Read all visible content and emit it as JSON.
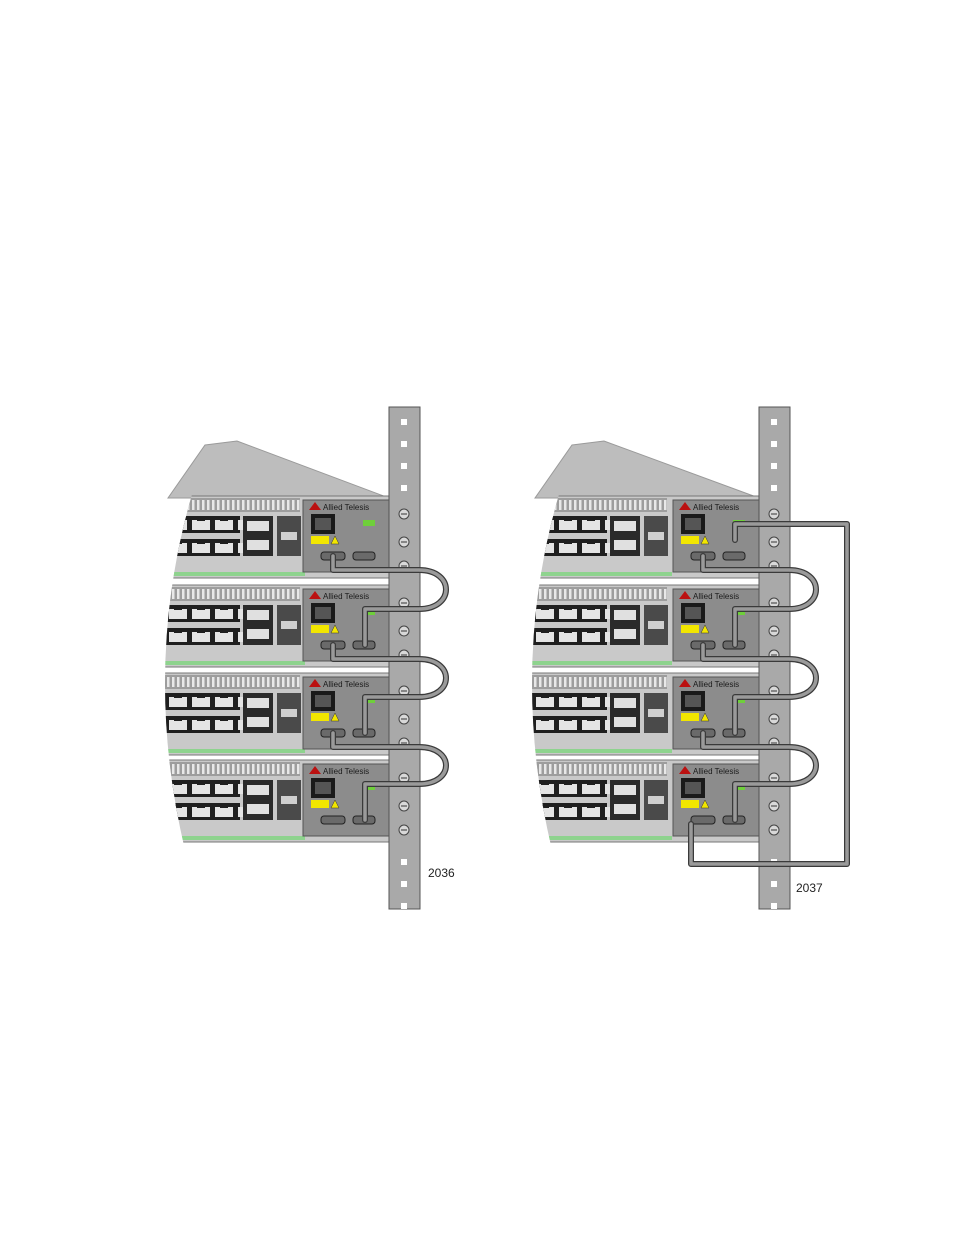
{
  "figures": [
    {
      "id": "left",
      "label": "2036",
      "switch_count": 4,
      "brand_text": "Allied Telesis",
      "cabling": "daisy-chain"
    },
    {
      "id": "right",
      "label": "2037",
      "switch_count": 4,
      "brand_text": "Allied Telesis",
      "cabling": "ring"
    }
  ],
  "colors": {
    "rack_rail": "#a9a9a9",
    "rack_hole": "#ffffff",
    "chassis_top": "#bdbdbd",
    "front_panel": "#8c8c8c",
    "port": "#1f1f1f",
    "cable": "#9a9a9a",
    "cable_outline": "#3a3a3a",
    "warning_label": "#f2e600",
    "green_led": "#6fcf3b",
    "green_stripe": "#8ed38e"
  }
}
